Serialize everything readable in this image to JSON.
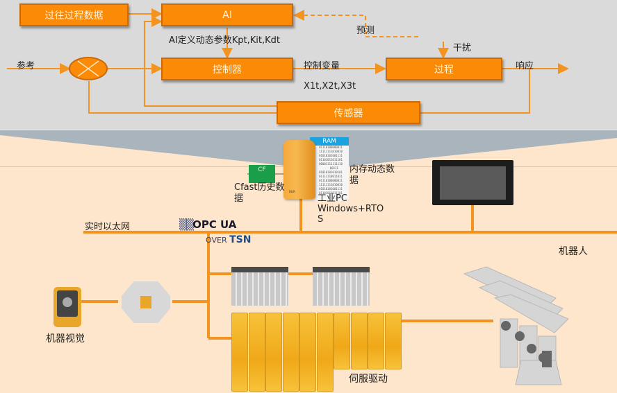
{
  "control_loop": {
    "history_box": "过往过程数据",
    "ai_box": "AI",
    "ai_params": "AI定义动态参数Kpt,Kit,Kdt",
    "prediction": "预测",
    "reference": "参考",
    "controller_box": "控制器",
    "control_variable": "控制变量",
    "control_vars_list": "X1t,X2t,X3t",
    "disturbance": "干扰",
    "process_box": "过程",
    "response": "响应",
    "sensor_box": "传感器"
  },
  "system": {
    "ram_label": "RAM",
    "ram_dynamic_data_line1": "内存动态数",
    "ram_dynamic_data_line2": "据",
    "cf_label": "CF",
    "cfast_line1": "Cfast历史数",
    "cfast_line2": "据",
    "ipc_line1": "工业PC",
    "ipc_line2": "Windows+RTO",
    "ipc_line3": "S",
    "ethernet_label": "实时以太网",
    "opc_ua": "OPC UA",
    "opc_over": "OVER",
    "opc_tsn": "TSN",
    "robot_label": "机器人",
    "vision_label": "机器视觉",
    "servo_label": "伺服驱动",
    "brand_mark": "B&R"
  },
  "colors": {
    "orange": "#fb8a07",
    "line_orange": "#f39420",
    "top_bg": "#dadada",
    "bottom_bg": "#fde6cc",
    "ram_blue": "#1aa3e0",
    "cf_green": "#1a9e4a",
    "tsn_blue": "#1a4d8a"
  }
}
